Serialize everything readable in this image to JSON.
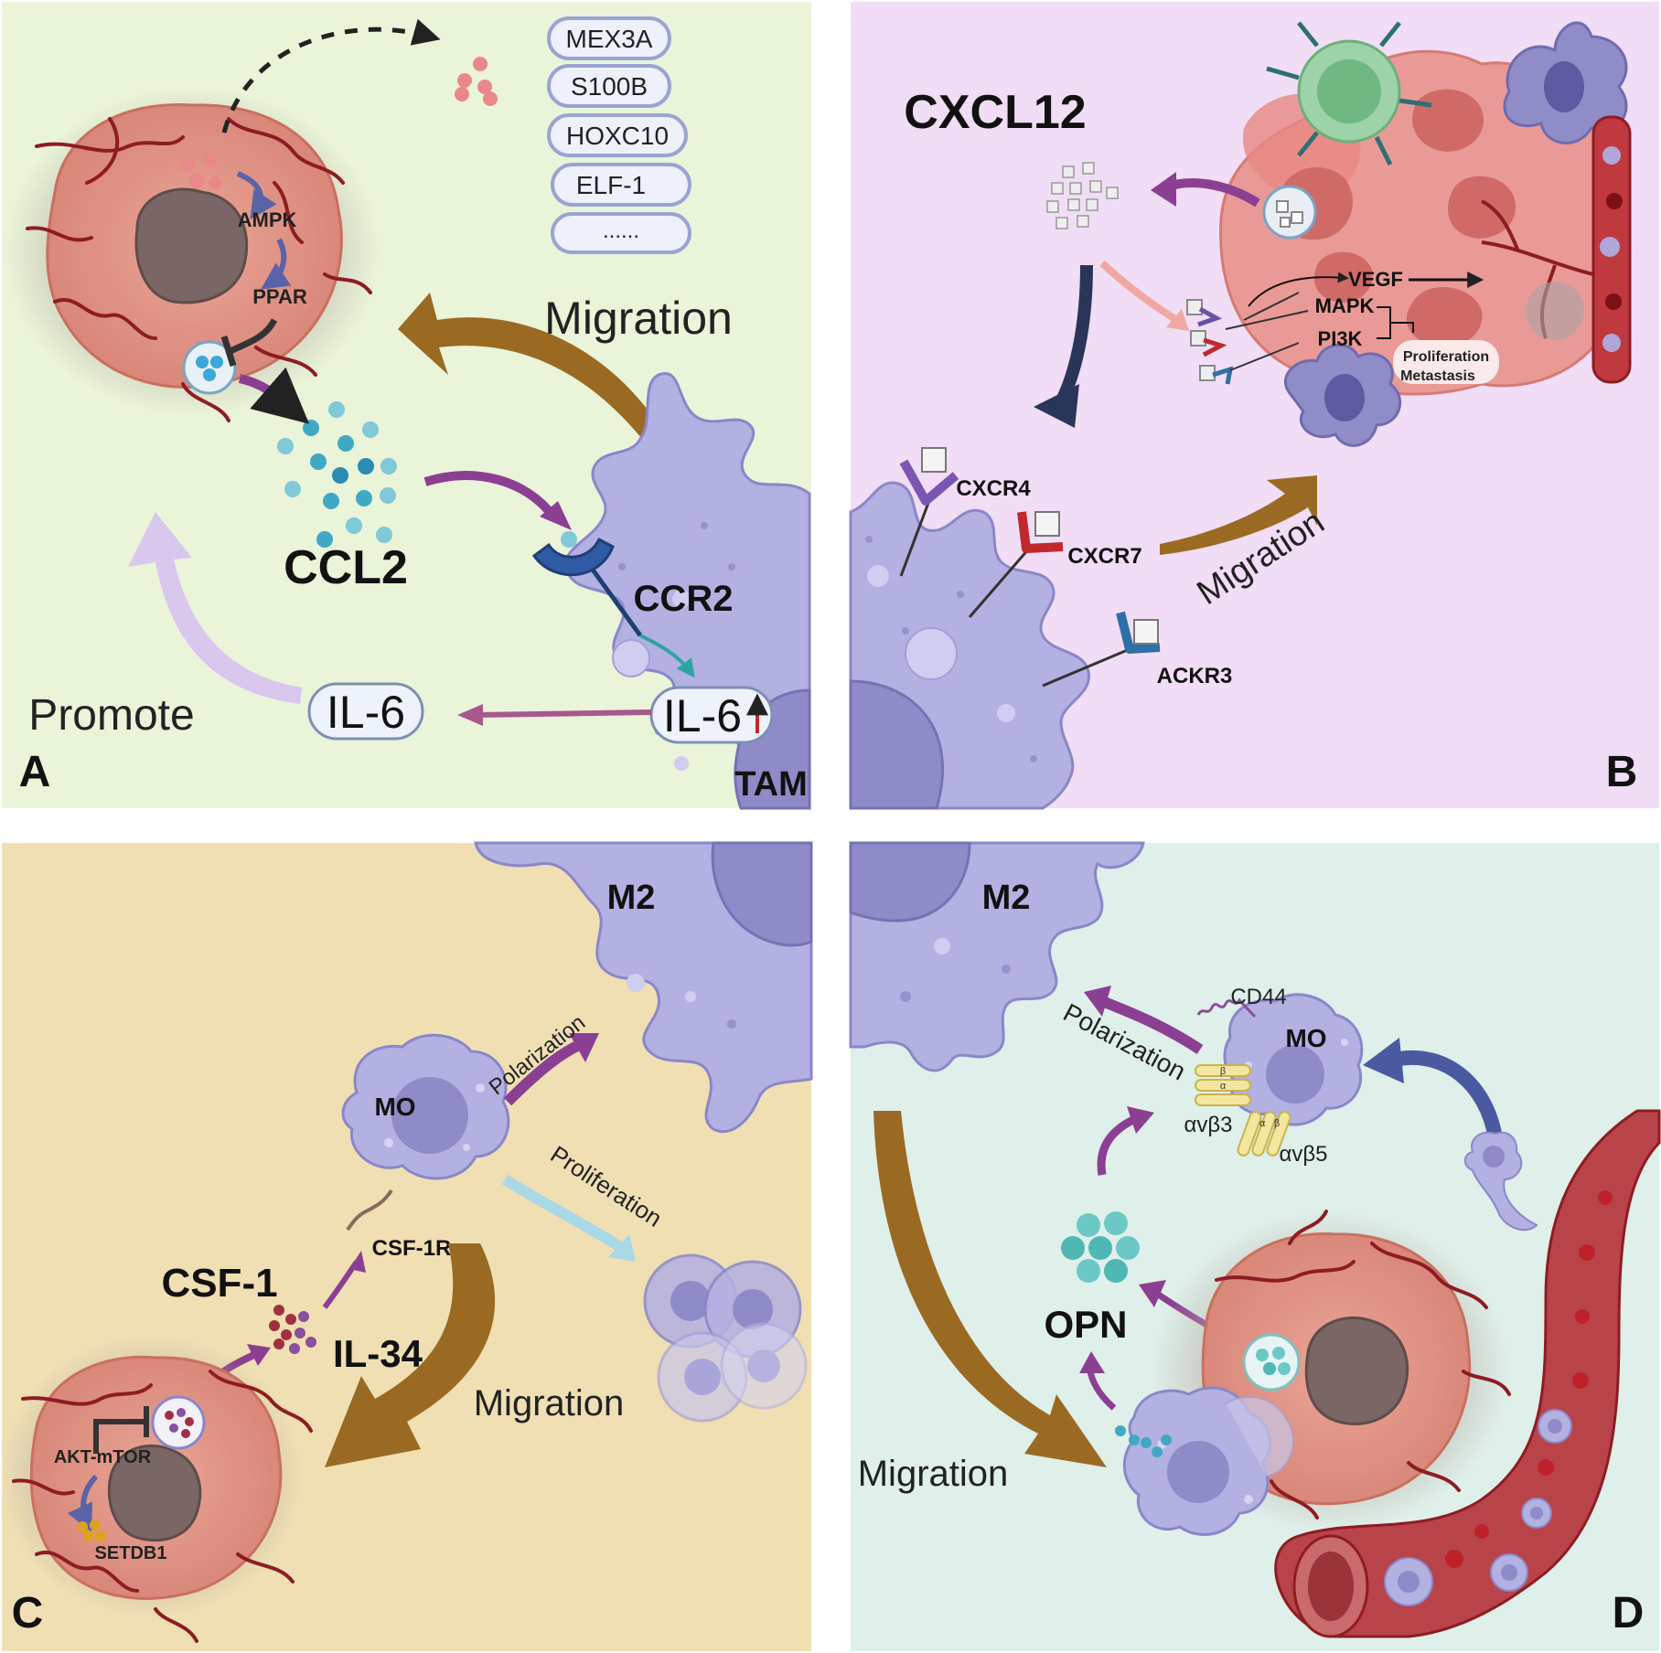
{
  "colors": {
    "panel_a_bg": "#eaf4d9",
    "panel_b_bg": "#f1ddf5",
    "panel_c_bg": "#f0dfb3",
    "panel_d_bg": "#dfefea",
    "macrophage_fill": "#b3b0e2",
    "macrophage_stroke": "#8a87c9",
    "tumor_fill": "#e59b8c",
    "vessel_red": "#8e1c22",
    "migration_arrow": "#9a6a22",
    "purple_arrow": "#8b3f92",
    "chemokine_blue": "#3fa9c5"
  },
  "panel_a": {
    "letter": "A",
    "gene_tags": [
      "MEX3A",
      "S100B",
      "HOXC10",
      "ELF-1",
      "......"
    ],
    "migration": "Migration",
    "ampk": "AMPK",
    "ppar": "PPAR",
    "ccl2": "CCL2",
    "ccr2": "CCR2",
    "il6_left": "IL-6",
    "il6_right": "IL-6",
    "promote": "Promote",
    "tam": "TAM"
  },
  "panel_b": {
    "letter": "B",
    "cxcl12": "CXCL12",
    "vegf": "VEGF",
    "mapk": "MAPK",
    "pi3k": "PI3K",
    "proliferation": "Proliferation",
    "metastasis": "Metastasis",
    "cxcr4": "CXCR4",
    "cxcr7": "CXCR7",
    "ackr3": "ACKR3",
    "migration": "Migration"
  },
  "panel_c": {
    "letter": "C",
    "m2": "M2",
    "mo": "MO",
    "polarization": "Polarization",
    "proliferation": "Proliferation",
    "csf1r": "CSF-1R",
    "csf1": "CSF-1",
    "il34": "IL-34",
    "migration": "Migration",
    "akt_mtor": "AKT-mTOR",
    "setdb1": "SETDB1"
  },
  "panel_d": {
    "letter": "D",
    "m2": "M2",
    "cd44": "CD44",
    "mo": "MO",
    "polarization": "Polarization",
    "avb3": "αvβ3",
    "avb5": "αvβ5",
    "opn": "OPN",
    "migration": "Migration",
    "beta": "β",
    "alpha": "α"
  }
}
